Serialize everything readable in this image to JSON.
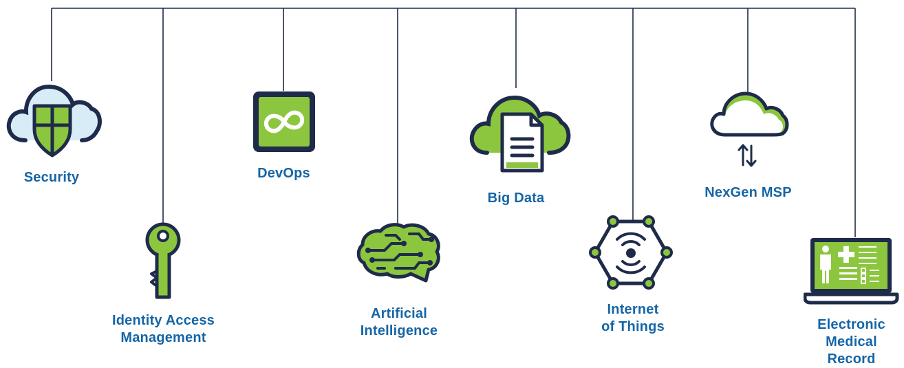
{
  "diagram": {
    "colors": {
      "line": "#1f2b4a",
      "dark": "#1f2b4a",
      "green": "#8cc63f",
      "label": "#1565a6",
      "cloud_fill": "#ffffff"
    },
    "items": [
      {
        "id": "security",
        "icon": "cloud-shield-icon",
        "label_lines": [
          "Security"
        ]
      },
      {
        "id": "identity-access-management",
        "icon": "key-icon",
        "label_lines": [
          "Identity Access",
          "Management"
        ]
      },
      {
        "id": "devops",
        "icon": "infinity-loop-icon",
        "label_lines": [
          "DevOps"
        ]
      },
      {
        "id": "artificial-intelligence",
        "icon": "circuit-brain-icon",
        "label_lines": [
          "Artificial",
          "Intelligence"
        ]
      },
      {
        "id": "big-data",
        "icon": "cloud-document-icon",
        "label_lines": [
          "Big Data"
        ]
      },
      {
        "id": "internet-of-things",
        "icon": "connected-network-icon",
        "label_lines": [
          "Internet",
          "of Things"
        ]
      },
      {
        "id": "nexgen-msp",
        "icon": "cloud-sync-icon",
        "label_lines": [
          "NexGen MSP"
        ]
      },
      {
        "id": "electronic-medical-record",
        "icon": "medical-laptop-icon",
        "label_lines": [
          "Electronic",
          "Medical",
          "Record"
        ]
      }
    ]
  }
}
